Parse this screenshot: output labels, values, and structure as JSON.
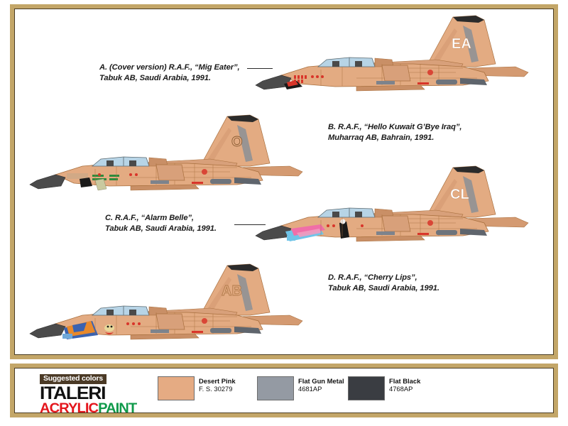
{
  "page": {
    "frame_color": "#c3a668",
    "background": "#ffffff"
  },
  "main_panel": {
    "profiles": [
      {
        "id": "A",
        "caption_line1": "A. (Cover version) R.A.F., “Mig Eater”,",
        "caption_line2": "Tabuk AB, Saudi Arabia, 1991.",
        "tail_code": "EA",
        "nose_art_colors": [
          "#d8352a",
          "#1a1a1a",
          "#ffffff"
        ],
        "aircraft": "Panavia Tornado GR.1"
      },
      {
        "id": "B",
        "caption_line1": "B. R.A.F., “Hello Kuwait G’Bye Iraq”,",
        "caption_line2": "Muharraq AB, Bahrain, 1991.",
        "tail_code": "O",
        "nose_art_colors": [
          "#2e8b3c",
          "#1a1a1a",
          "#c9c9a0"
        ],
        "aircraft": "Panavia Tornado GR.1"
      },
      {
        "id": "C",
        "caption_line1": "C. R.A.F., “Alarm Belle”,",
        "caption_line2": "Tabuk AB, Saudi Arabia, 1991.",
        "tail_code": "CL",
        "nose_art_colors": [
          "#f06ea8",
          "#6fc4e8",
          "#1a1a1a"
        ],
        "aircraft": "Panavia Tornado GR.1"
      },
      {
        "id": "D",
        "caption_line1": "D. R.A.F., “Cherry Lips”,",
        "caption_line2": "Tabuk AB, Saudi Arabia, 1991.",
        "tail_code": "AB",
        "nose_art_colors": [
          "#e8892b",
          "#3a62b0",
          "#d8352a"
        ],
        "aircraft": "Panavia Tornado GR.1"
      }
    ]
  },
  "legend_panel": {
    "suggested_colors_label": "Suggested colors",
    "brand_name": "ITALERI",
    "brand_sub_acrylic": "ACRYLIC",
    "brand_sub_paint": "PAINT",
    "colors": [
      {
        "name": "Desert Pink",
        "code": "F. S. 30279",
        "hex": "#e5ab83"
      },
      {
        "name": "Flat Gun Metal",
        "code": "4681AP",
        "hex": "#949aa3"
      },
      {
        "name": "Flat Black",
        "code": "4768AP",
        "hex": "#3a3d42"
      }
    ]
  },
  "palette": {
    "body": "#e3ab82",
    "body_shade": "#d49a71",
    "body_dark": "#c98f66",
    "panel_line": "#a9703f",
    "radome": "#4b4b4b",
    "gun_metal": "#7d838c",
    "canopy": "#b7d4e6",
    "black": "#2b2b2b",
    "red": "#d8352a",
    "white": "#ffffff"
  }
}
